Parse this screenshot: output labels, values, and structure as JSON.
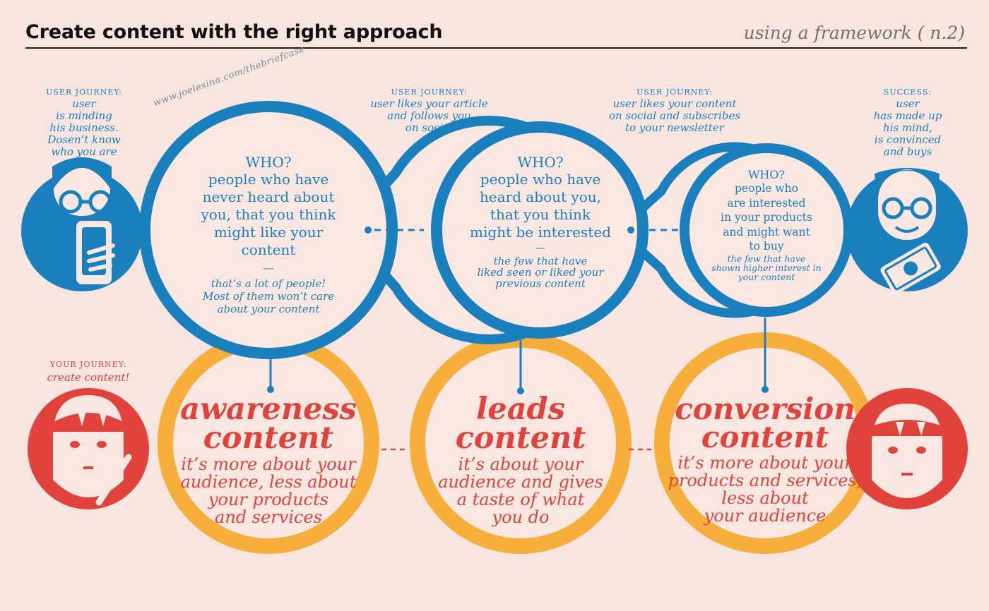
{
  "header": {
    "title": "Create content with the right approach",
    "subtitle": "using a framework ( n.2)"
  },
  "watermark": "www.joelesina.com/thebriefcase",
  "user_journey": [
    {
      "heading": "USER JOURNEY:",
      "text": "user\nis minding\nhis business.\nDosen’t know\nwho you are"
    },
    {
      "heading": "USER JOURNEY:",
      "text": "user likes your article\nand follows you\non social"
    },
    {
      "heading": "USER JOURNEY:",
      "text": "user likes your content\non social and subscribes\nto your newsletter"
    },
    {
      "heading": "SUCCESS:",
      "text": "user\nhas made up\nhis mind,\nis convinced\nand buys"
    }
  ],
  "your_journey": {
    "heading": "YOUR JOURNEY:",
    "text": "create content!"
  },
  "who": [
    {
      "q": "WHO?",
      "text": "people who have\nnever heard about\nyou, that you think\nmight like your\ncontent",
      "dash": "—",
      "note": "that’s a lot of people!\nMost of them won’t care\nabout your content"
    },
    {
      "q": "WHO?",
      "text": "people who have\nheard about you,\nthat you think\nmight be interested",
      "dash": "—",
      "note": "the few that have\nliked seen or liked your\nprevious content"
    },
    {
      "q": "WHO?",
      "text": "people who\nare interested\nin your products\nand might want\nto buy",
      "dash": "",
      "note": "the few that have\nshown higher interest in\nyour content"
    }
  ],
  "content_types": [
    {
      "title": "awareness\ncontent",
      "text": "it’s more about your\naudience, less about\nyour products\nand services"
    },
    {
      "title": "leads\ncontent",
      "text": "it’s about your\naudience and gives\na taste of what\nyou do"
    },
    {
      "title": "conversion\ncontent",
      "text": "it’s more about your\nproducts and services,\nless about\nyour audience"
    }
  ],
  "colors": {
    "background": "#f9e5df",
    "blue": "#1a7fbd",
    "orange": "#f7ae3a",
    "red": "#e1433c"
  },
  "icons": [
    "user-with-phone-icon",
    "user-with-money-icon",
    "creator-with-pen-icon",
    "creator-icon"
  ]
}
